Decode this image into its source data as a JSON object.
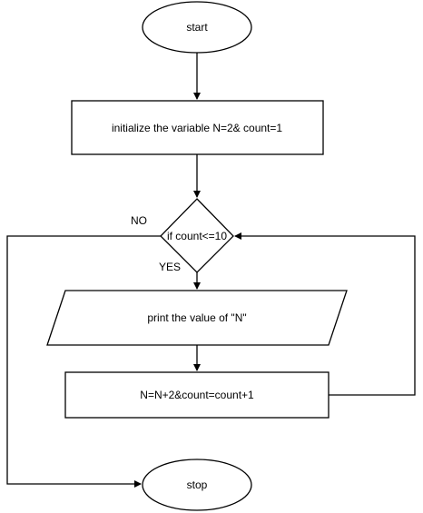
{
  "flowchart": {
    "start_label": "start",
    "init_label": "initialize the variable N=2& count=1",
    "decision_label": "if count<=10",
    "no_label": "NO",
    "yes_label": "YES",
    "print_label": "print the value of \"N\"",
    "update_label": "N=N+2&count=count+1",
    "stop_label": "stop"
  },
  "colors": {
    "stroke": "#000000",
    "fill": "#ffffff"
  }
}
